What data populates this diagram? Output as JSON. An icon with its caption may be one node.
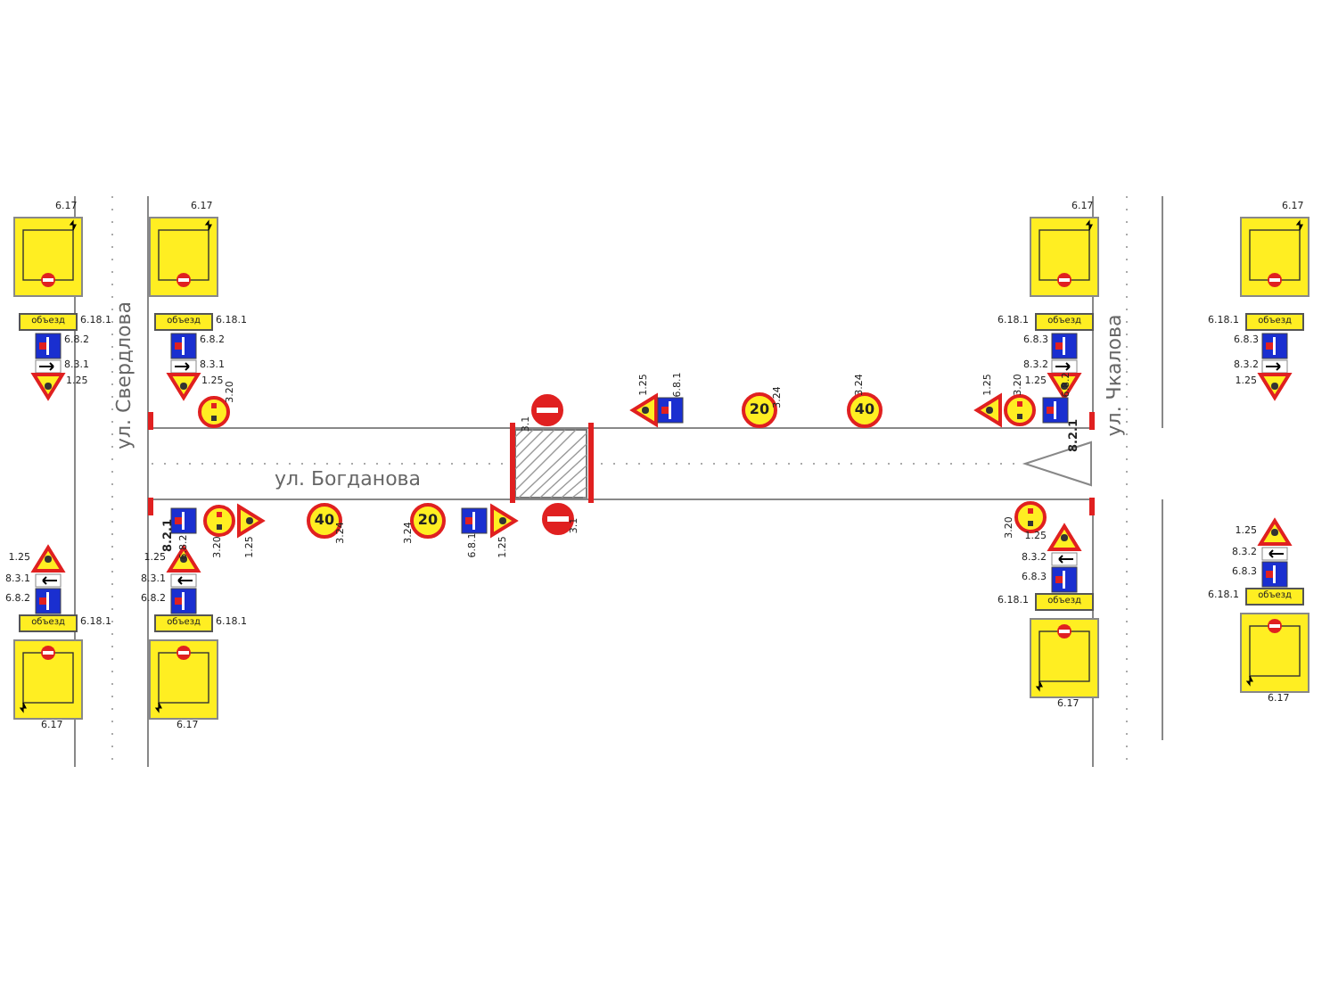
{
  "diagram": {
    "labels": [
      "ул. Свердлова",
      "ул. Богданова",
      "ул. Чкалова",
      "6.17",
      "объезд",
      "6.18.1",
      "6.8.2",
      "8.3.1",
      "1.25",
      "6.17",
      "объезд",
      "6.18.1",
      "6.8.2",
      "8.3.1",
      "1.25",
      "6.17",
      "6.18.1",
      "объезд",
      "6.8.3",
      "8.3.2",
      "1.25",
      "6.17",
      "6.18.1",
      "объезд",
      "6.8.3",
      "8.3.2",
      "1.25",
      "3.20",
      "3.1",
      "1.25",
      "6.8.1",
      "20",
      "3.24",
      "40",
      "3.24",
      "1.25",
      "3.20",
      "6.8.2",
      "8.2.1",
      "8.2.1",
      "6.8.2",
      "3.20",
      "1.25",
      "40",
      "3.24",
      "20",
      "3.24",
      "6.8.1",
      "1.25",
      "3.1",
      "3.20",
      "1.25",
      "8.3.1",
      "6.8.2",
      "объезд",
      "6.18.1",
      "6.17",
      "1.25",
      "8.3.1",
      "6.8.2",
      "объезд",
      "6.18.1",
      "6.17",
      "1.25",
      "8.3.2",
      "6.8.3",
      "6.18.1",
      "объезд",
      "6.17",
      "1.25",
      "8.3.2",
      "6.8.3",
      "6.18.1",
      "объезд",
      "6.17"
    ]
  }
}
